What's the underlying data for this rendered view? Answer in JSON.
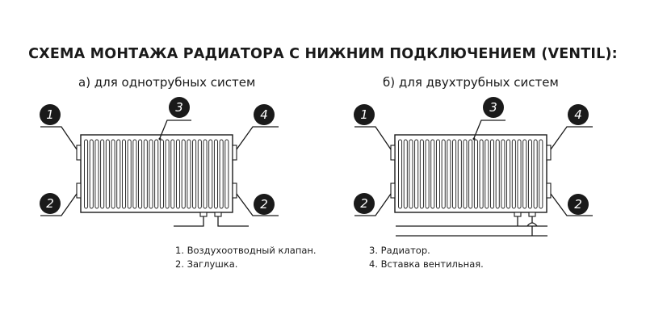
{
  "title": "СХЕМА МОНТАЖА РАДИАТОРА С НИЖНИМ ПОДКЛЮЧЕНИЕМ (VENTIL):",
  "diagrams": [
    {
      "subtitle": "а) для однотрубных систем",
      "labels": {
        "air_valve": "1",
        "plug_top": "2",
        "radiator": "3",
        "valve_insert": "4",
        "plug_bottom": "2"
      }
    },
    {
      "subtitle": "б) для двухтрубных систем",
      "labels": {
        "air_valve": "1",
        "plug_top": "2",
        "radiator": "3",
        "valve_insert": "4",
        "plug_bottom": "2"
      }
    }
  ],
  "legend": {
    "left": [
      "1. Воздухоотводный клапан.",
      "2. Заглушка."
    ],
    "right": [
      "3. Радиатор.",
      "4. Вставка вентильная."
    ]
  },
  "colors": {
    "ink": "#1a1a1a",
    "background": "#ffffff"
  }
}
